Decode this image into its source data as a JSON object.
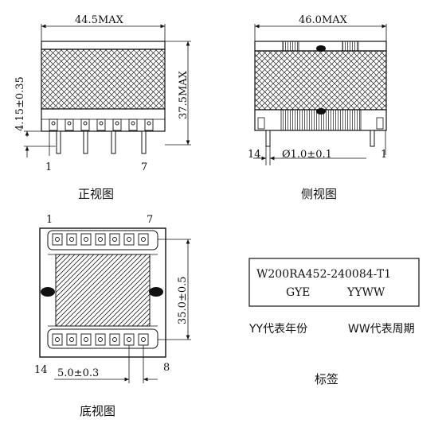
{
  "front_view": {
    "caption": "正视图",
    "width_dim": "44.5MAX",
    "height_dim": "37.5MAX",
    "pin_height_dim": "4.15±0.35",
    "pin_left": "1",
    "pin_right": "7"
  },
  "side_view": {
    "caption": "侧视图",
    "width_dim": "46.0MAX",
    "pin_dia_dim": "Ø1.0±0.1",
    "pin_left": "14",
    "pin_right": "1"
  },
  "bottom_view": {
    "caption": "底视图",
    "pin_tl": "1",
    "pin_tr": "7",
    "pin_bl": "14",
    "pin_br": "8",
    "row_spacing_dim": "35.0±0.5",
    "pitch_dim": "5.0±0.3"
  },
  "label": {
    "line1": "W200RA452-240084-T1",
    "line2_left": "GYE",
    "line2_right": "YYWW",
    "note_yy": "YY代表年份",
    "note_ww": "WW代表周期",
    "caption": "标签"
  }
}
